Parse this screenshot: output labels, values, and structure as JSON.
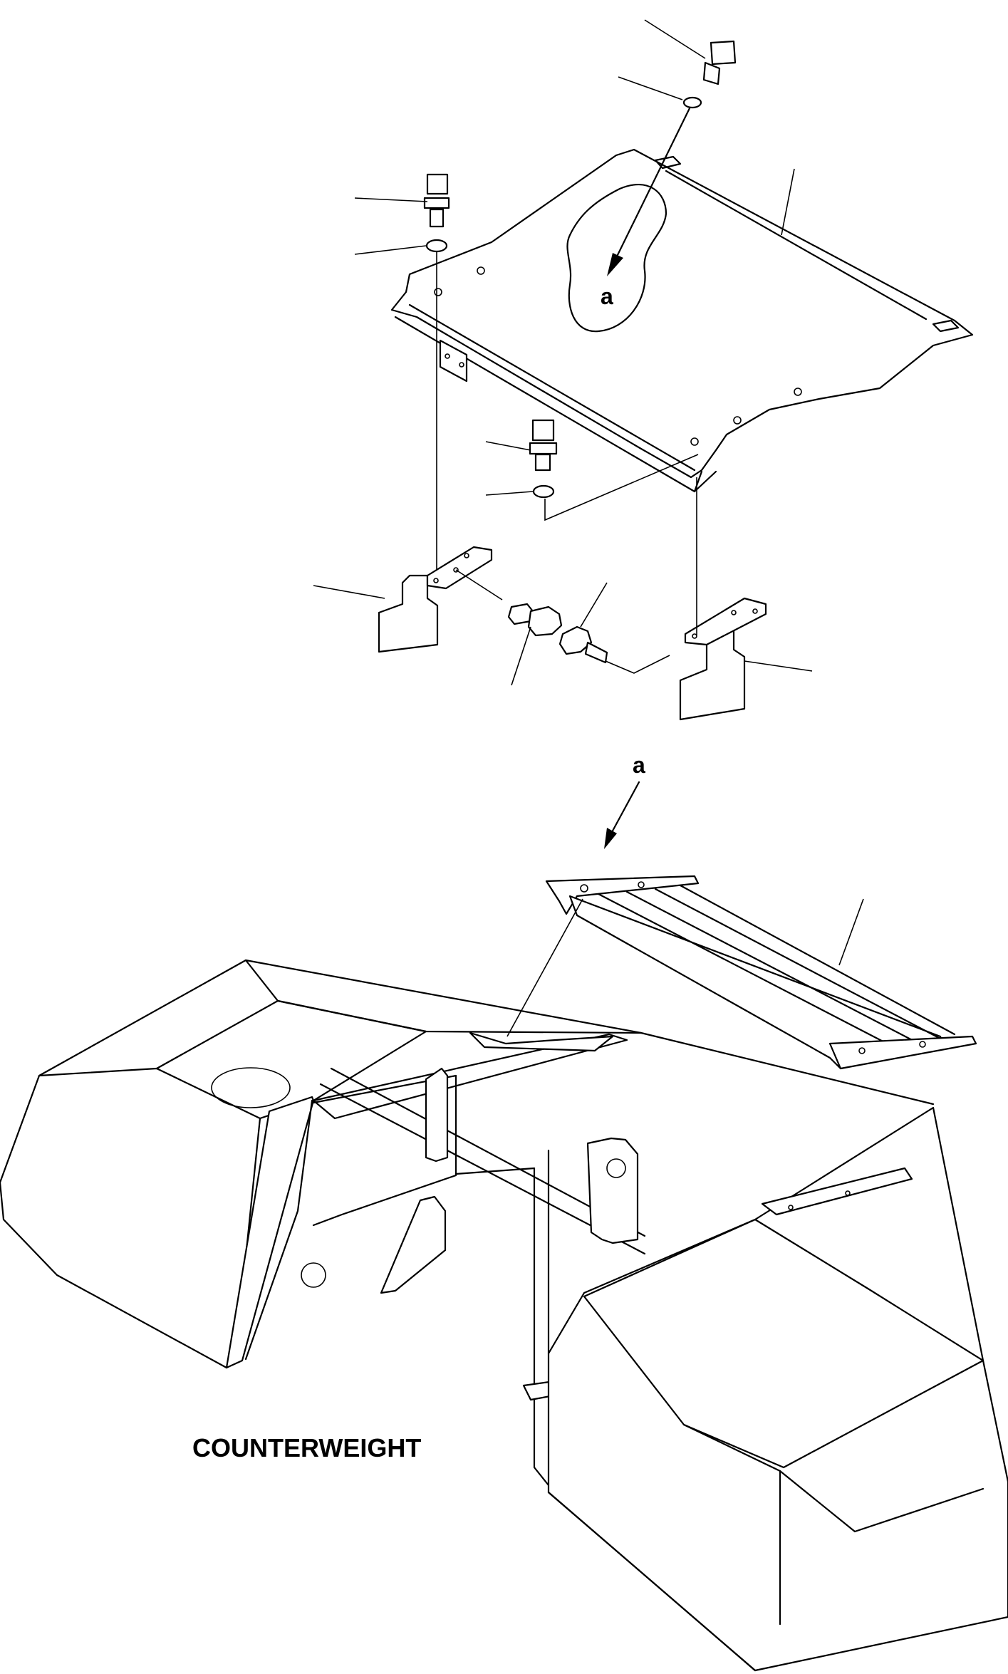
{
  "labels": {
    "detail_callout": "a",
    "detail_marker": "a",
    "assembly_name": "COUNTERWEIGHT"
  },
  "parts": [
    "cover-plate",
    "bolt",
    "washer",
    "bracket",
    "support-frame",
    "counterweight"
  ],
  "colors": {
    "line": "#000000",
    "background": "#ffffff"
  }
}
